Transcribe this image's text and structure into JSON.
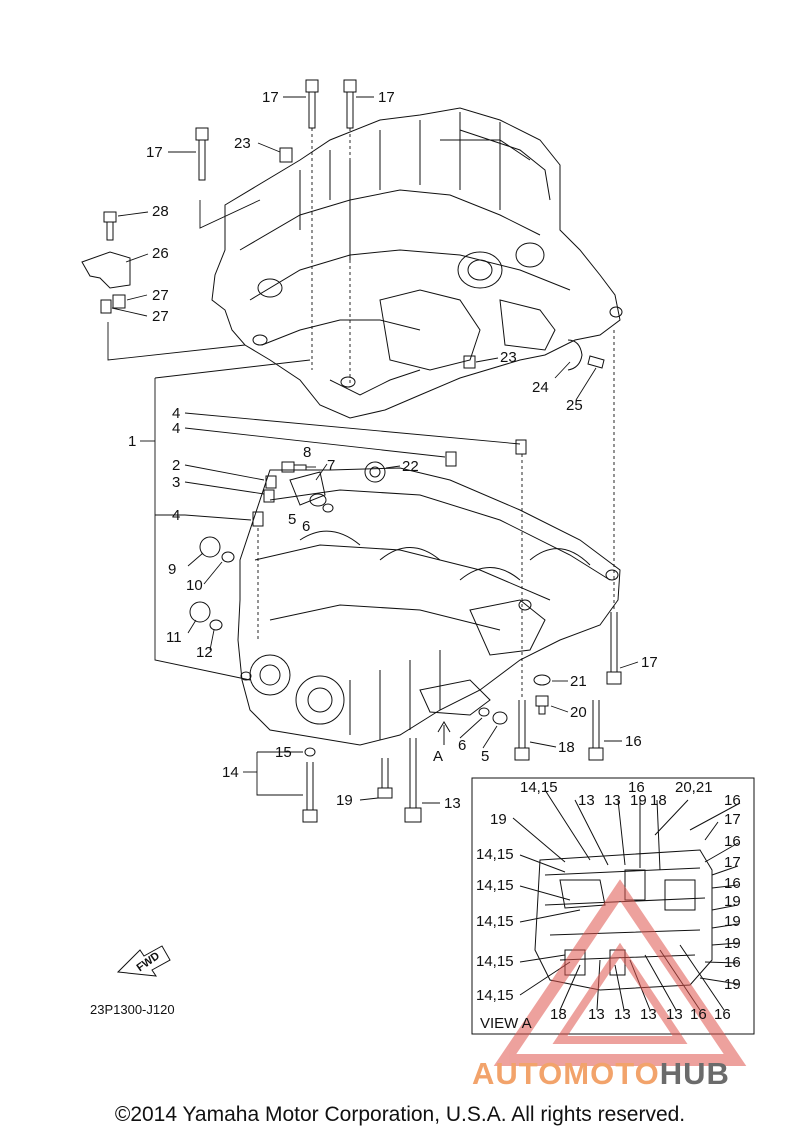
{
  "diagram": {
    "part_code": "23P1300-J120",
    "copyright": "©2014 Yamaha Motor Corporation, U.S.A. All rights reserved.",
    "fwd_arrow_label": "FWD",
    "view_label": "VIEW A",
    "arrow_label": "A",
    "watermark": {
      "brand_part1": "AUTOMOTO",
      "brand_part2": "HUB",
      "color_main": "#f2a36b",
      "color_dark": "#6b6b6b",
      "triangle_color": "#e0554e"
    },
    "callouts": [
      {
        "id": "c17a",
        "text": "17"
      },
      {
        "id": "c17b",
        "text": "17"
      },
      {
        "id": "c17c",
        "text": "17"
      },
      {
        "id": "c23a",
        "text": "23"
      },
      {
        "id": "c28",
        "text": "28"
      },
      {
        "id": "c26",
        "text": "26"
      },
      {
        "id": "c27a",
        "text": "27"
      },
      {
        "id": "c27b",
        "text": "27"
      },
      {
        "id": "c23b",
        "text": "23"
      },
      {
        "id": "c24",
        "text": "24"
      },
      {
        "id": "c25",
        "text": "25"
      },
      {
        "id": "c4a",
        "text": "4"
      },
      {
        "id": "c4b",
        "text": "4"
      },
      {
        "id": "c1",
        "text": "1"
      },
      {
        "id": "c2",
        "text": "2"
      },
      {
        "id": "c3",
        "text": "3"
      },
      {
        "id": "c4c",
        "text": "4"
      },
      {
        "id": "c8",
        "text": "8"
      },
      {
        "id": "c7",
        "text": "7"
      },
      {
        "id": "c22",
        "text": "22"
      },
      {
        "id": "c5a",
        "text": "5"
      },
      {
        "id": "c6a",
        "text": "6"
      },
      {
        "id": "c9",
        "text": "9"
      },
      {
        "id": "c10",
        "text": "10"
      },
      {
        "id": "c11",
        "text": "11"
      },
      {
        "id": "c12",
        "text": "12"
      },
      {
        "id": "c17d",
        "text": "17"
      },
      {
        "id": "c21",
        "text": "21"
      },
      {
        "id": "c20",
        "text": "20"
      },
      {
        "id": "c6b",
        "text": "6"
      },
      {
        "id": "c5b",
        "text": "5"
      },
      {
        "id": "c18",
        "text": "18"
      },
      {
        "id": "c16",
        "text": "16"
      },
      {
        "id": "c15",
        "text": "15"
      },
      {
        "id": "c14",
        "text": "14"
      },
      {
        "id": "c19",
        "text": "19"
      },
      {
        "id": "c13",
        "text": "13"
      }
    ],
    "view_callouts": [
      {
        "id": "v1",
        "text": "14,15"
      },
      {
        "id": "v2",
        "text": "13"
      },
      {
        "id": "v3",
        "text": "13"
      },
      {
        "id": "v4",
        "text": "19"
      },
      {
        "id": "v5",
        "text": "16"
      },
      {
        "id": "v6",
        "text": "18"
      },
      {
        "id": "v7",
        "text": "20,21"
      },
      {
        "id": "v8",
        "text": "16"
      },
      {
        "id": "v9",
        "text": "19"
      },
      {
        "id": "v10",
        "text": "17"
      },
      {
        "id": "v11",
        "text": "16"
      },
      {
        "id": "v12",
        "text": "14,15"
      },
      {
        "id": "v13",
        "text": "17"
      },
      {
        "id": "v14",
        "text": "14,15"
      },
      {
        "id": "v15",
        "text": "16"
      },
      {
        "id": "v16",
        "text": "19"
      },
      {
        "id": "v17",
        "text": "14,15"
      },
      {
        "id": "v18",
        "text": "19"
      },
      {
        "id": "v19",
        "text": "19"
      },
      {
        "id": "v20",
        "text": "14,15"
      },
      {
        "id": "v21",
        "text": "16"
      },
      {
        "id": "v22",
        "text": "19"
      },
      {
        "id": "v23",
        "text": "14,15"
      },
      {
        "id": "v24",
        "text": "18"
      },
      {
        "id": "v25",
        "text": "13"
      },
      {
        "id": "v26",
        "text": "13"
      },
      {
        "id": "v27",
        "text": "13"
      },
      {
        "id": "v28",
        "text": "13"
      },
      {
        "id": "v29",
        "text": "16"
      },
      {
        "id": "v30",
        "text": "16"
      }
    ]
  }
}
